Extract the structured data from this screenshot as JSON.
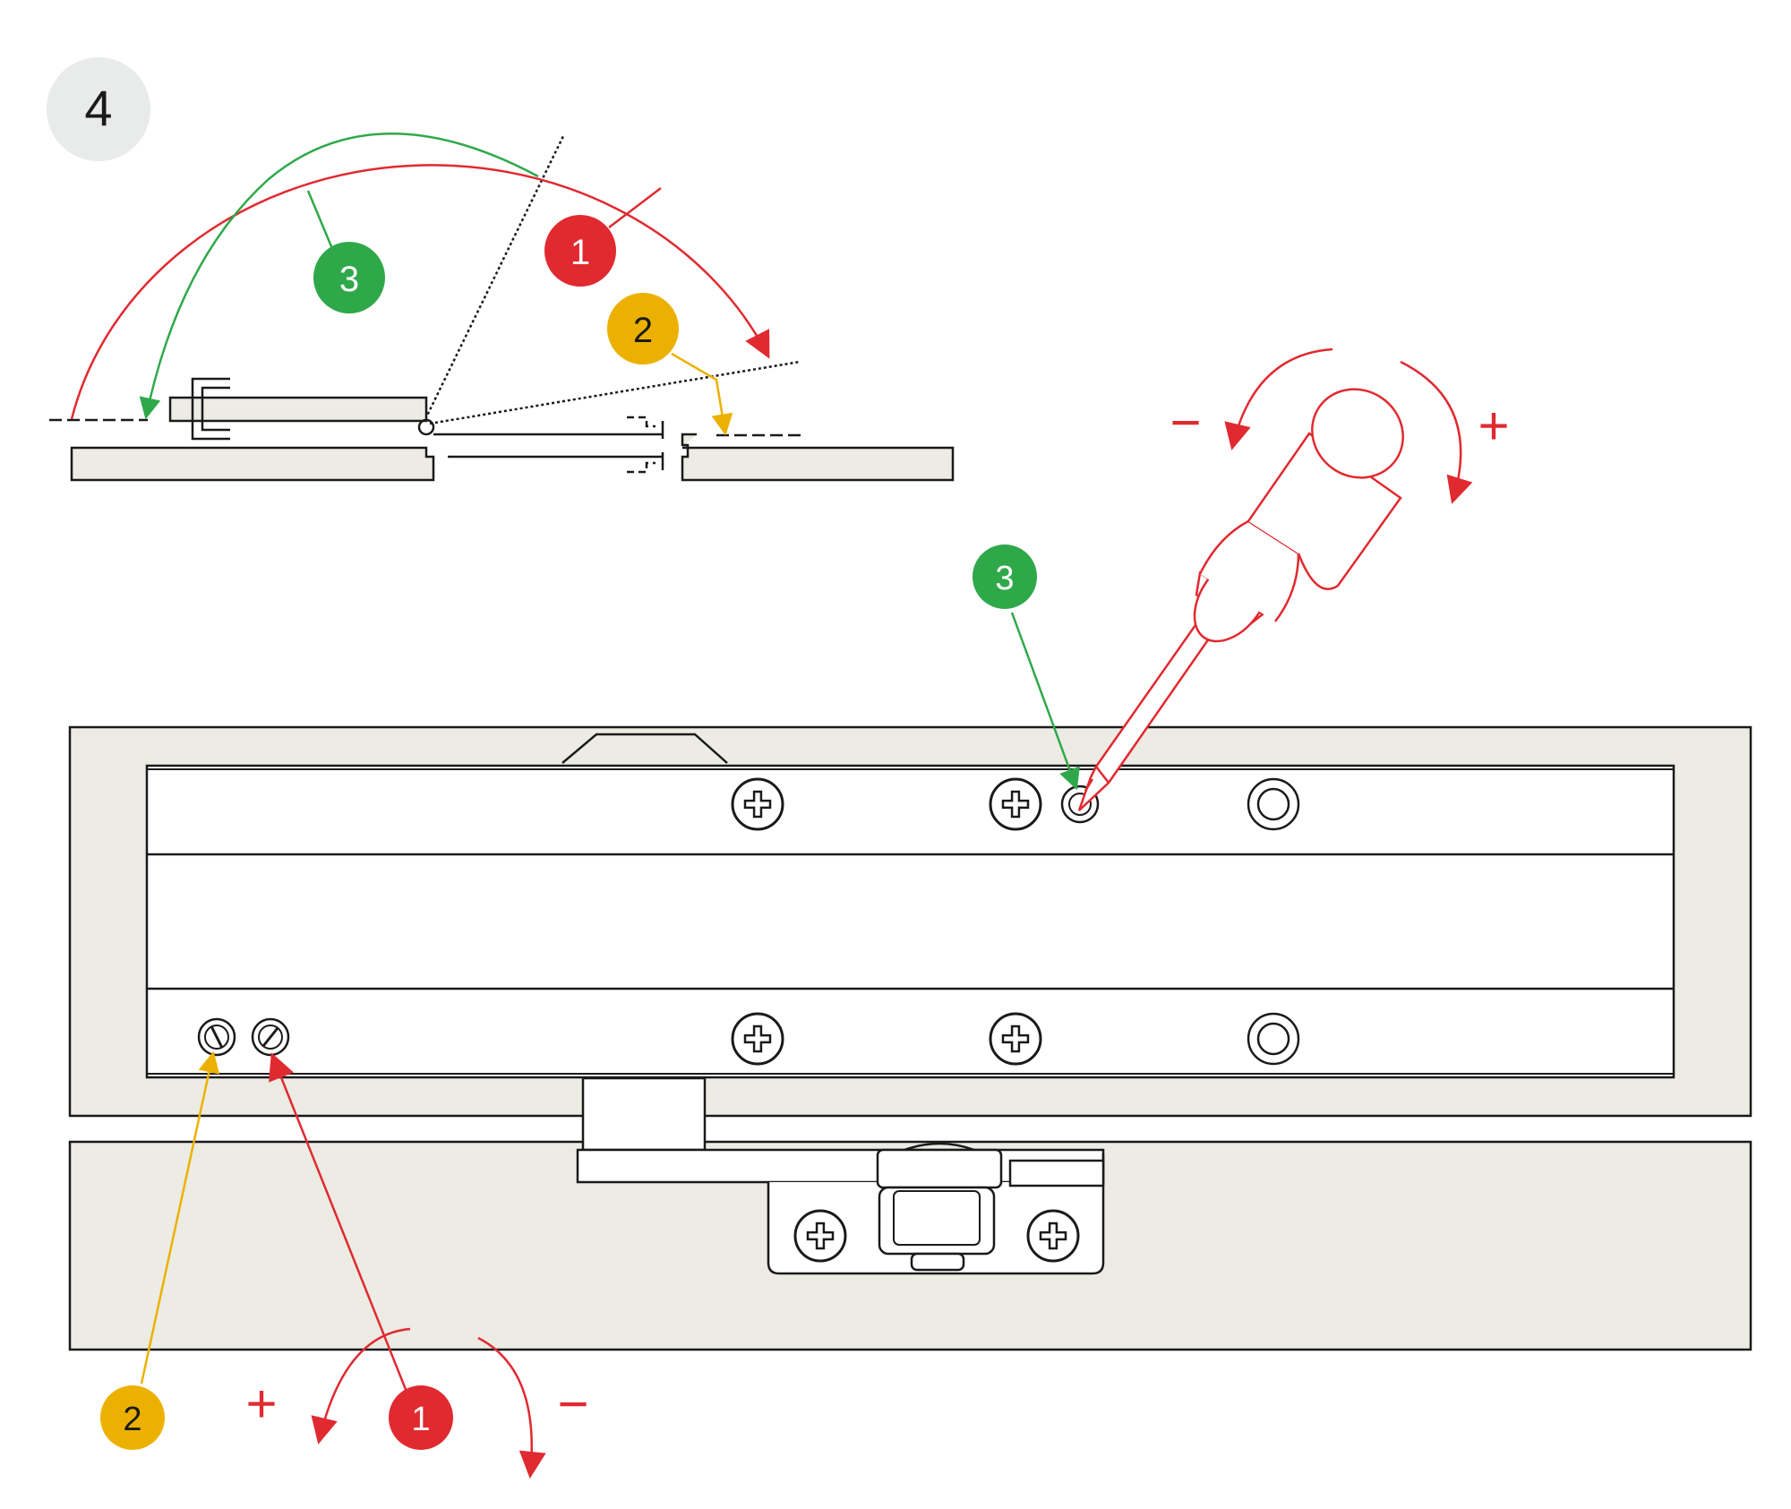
{
  "step_badge": {
    "text": "4"
  },
  "colors": {
    "red": "#e02a30",
    "green": "#2fa84a",
    "yellow": "#ecb100",
    "panel_fill": "#ecebe4",
    "outline": "#1a1a1a",
    "badge_bg": "#e9eaea",
    "callout_text": "#ffffff"
  },
  "top_view": {
    "callouts": [
      {
        "id": "1",
        "text": "1",
        "color": "red"
      },
      {
        "id": "2",
        "text": "2",
        "color": "yellow"
      },
      {
        "id": "3",
        "text": "3",
        "color": "green"
      }
    ]
  },
  "front_view": {
    "callouts": [
      {
        "id": "1",
        "text": "1",
        "color": "red"
      },
      {
        "id": "2",
        "text": "2",
        "color": "yellow"
      },
      {
        "id": "3",
        "text": "3",
        "color": "green"
      }
    ],
    "screwdriver_signs": {
      "minus": "−",
      "plus": "+"
    },
    "bottom_signs": {
      "plus": "+",
      "minus": "−"
    }
  }
}
